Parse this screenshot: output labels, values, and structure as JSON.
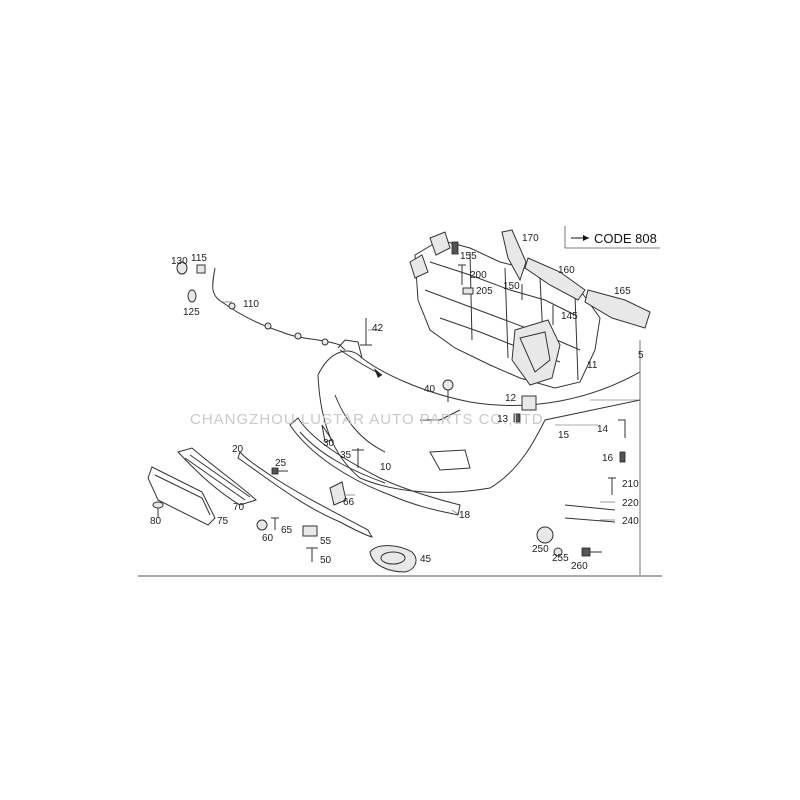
{
  "code_box": {
    "label": "CODE 808"
  },
  "watermark": "CHANGZHOU LUSTAR AUTO PARTS CO.,LTD",
  "callouts": [
    {
      "id": "c130",
      "text": "130"
    },
    {
      "id": "c115",
      "text": "115"
    },
    {
      "id": "c125",
      "text": "125"
    },
    {
      "id": "c110",
      "text": "110"
    },
    {
      "id": "c42",
      "text": "42"
    },
    {
      "id": "c155",
      "text": "155"
    },
    {
      "id": "c170",
      "text": "170"
    },
    {
      "id": "c200",
      "text": "200"
    },
    {
      "id": "c205",
      "text": "205"
    },
    {
      "id": "c160",
      "text": "160"
    },
    {
      "id": "c150",
      "text": "150"
    },
    {
      "id": "c165",
      "text": "165"
    },
    {
      "id": "c145",
      "text": "145"
    },
    {
      "id": "c5",
      "text": "5"
    },
    {
      "id": "c11",
      "text": "11"
    },
    {
      "id": "c40",
      "text": "40"
    },
    {
      "id": "c12",
      "text": "12"
    },
    {
      "id": "c13",
      "text": "13"
    },
    {
      "id": "c15",
      "text": "15"
    },
    {
      "id": "c14",
      "text": "14"
    },
    {
      "id": "c16",
      "text": "16"
    },
    {
      "id": "c210",
      "text": "210"
    },
    {
      "id": "c220",
      "text": "220"
    },
    {
      "id": "c240",
      "text": "240"
    },
    {
      "id": "c20",
      "text": "20"
    },
    {
      "id": "c25",
      "text": "25"
    },
    {
      "id": "c30",
      "text": "30"
    },
    {
      "id": "c35",
      "text": "35"
    },
    {
      "id": "c10",
      "text": "10"
    },
    {
      "id": "c66",
      "text": "66"
    },
    {
      "id": "c18",
      "text": "18"
    },
    {
      "id": "c70",
      "text": "70"
    },
    {
      "id": "c75",
      "text": "75"
    },
    {
      "id": "c80",
      "text": "80"
    },
    {
      "id": "c60",
      "text": "60"
    },
    {
      "id": "c65",
      "text": "65"
    },
    {
      "id": "c55",
      "text": "55"
    },
    {
      "id": "c50",
      "text": "50"
    },
    {
      "id": "c45",
      "text": "45"
    },
    {
      "id": "c250",
      "text": "250"
    },
    {
      "id": "c255",
      "text": "255"
    },
    {
      "id": "c260",
      "text": "260"
    }
  ]
}
